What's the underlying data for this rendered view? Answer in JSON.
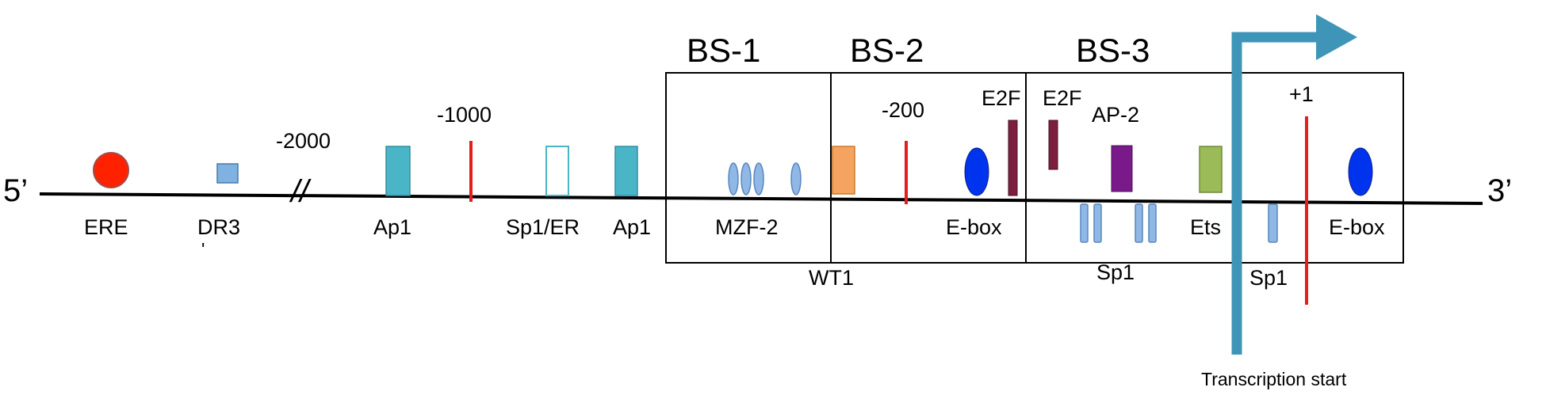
{
  "ends": {
    "five_prime": "5’",
    "three_prime": "3’"
  },
  "positions": {
    "minus2000": "-2000",
    "minus1000": "-1000",
    "minus200": "-200",
    "plus1": "+1"
  },
  "break_mark": "//",
  "binding_sites": {
    "bs1": "BS-1",
    "bs2": "BS-2",
    "bs3": "BS-3"
  },
  "elements": {
    "ere": "ERE",
    "dr3": "DR3",
    "dr3_mark": "'",
    "ap1_a": "Ap1",
    "sp1_er": "Sp1/ER",
    "ap1_b": "Ap1",
    "mzf2": "MZF-2",
    "wt1": "WT1",
    "ebox_a": "E-box",
    "e2f_a": "E2F",
    "e2f_b": "E2F",
    "ap2": "AP-2",
    "sp1_a": "Sp1",
    "ets": "Ets",
    "sp1_b": "Sp1",
    "ebox_b": "E-box"
  },
  "transcription_start": "Transcription start",
  "colors": {
    "ere": "#ff2200",
    "dr3": "#7fb2e0",
    "ap1": "#4bb5c8",
    "mzf2": "#8fb8e6",
    "wt1": "#f4a460",
    "ebox": "#0033ee",
    "e2f": "#7a1f3d",
    "ap2": "#7a1a8a",
    "ets": "#9bbb59",
    "sp1": "#8fb8e6",
    "position_marker": "#e0201a",
    "arrow": "#3f95b8"
  },
  "icons": [
    "ere-circle",
    "dr3-square",
    "ap1-box",
    "sp1-er-box",
    "mzf2-ellipses",
    "wt1-box",
    "ebox-ellipse",
    "e2f-bar",
    "ap2-box",
    "ets-box",
    "sp1-bars",
    "transcription-arrow"
  ]
}
